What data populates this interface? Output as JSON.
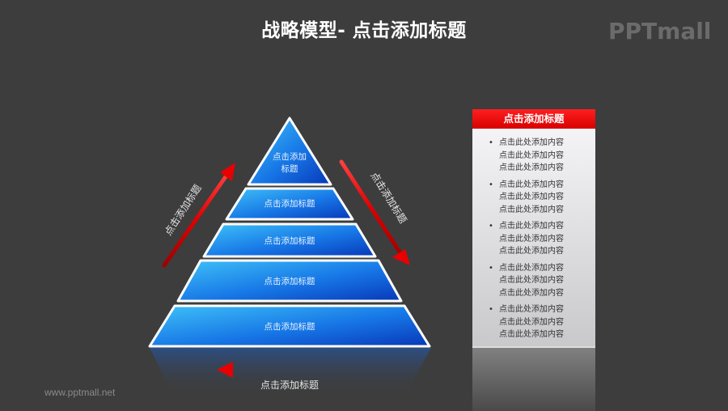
{
  "header": {
    "title": "战略模型- 点击添加标题",
    "logo": "PPTmall"
  },
  "pyramid": {
    "levels": [
      {
        "label_line1": "点击添加",
        "label_line2": "标题"
      },
      {
        "label": "点击添加标题"
      },
      {
        "label": "点击添加标题"
      },
      {
        "label": "点击添加标题"
      },
      {
        "label": "点击添加标题"
      }
    ],
    "fill_light": "#36b6f5",
    "fill_dark": "#0a45c8"
  },
  "arrows": {
    "left_up_label": "点击添加标题",
    "right_down_label": "点击添加标题",
    "bottom_left_label": "点击添加标题",
    "color": "#e81010"
  },
  "panel": {
    "title": "点击添加标题",
    "title_color": "#e80000",
    "groups": [
      [
        "点击此处添加内容",
        "点击此处添加内容",
        "点击此处添加内容"
      ],
      [
        "点击此处添加内容",
        "点击此处添加内容",
        "点击此处添加内容"
      ],
      [
        "点击此处添加内容",
        "点击此处添加内容",
        "点击此处添加内容"
      ],
      [
        "点击此处添加内容",
        "点击此处添加内容",
        "点击此处添加内容"
      ],
      [
        "点击此处添加内容",
        "点击此处添加内容",
        "点击此处添加内容"
      ]
    ]
  },
  "footer": {
    "url": "www.pptmall.net"
  }
}
